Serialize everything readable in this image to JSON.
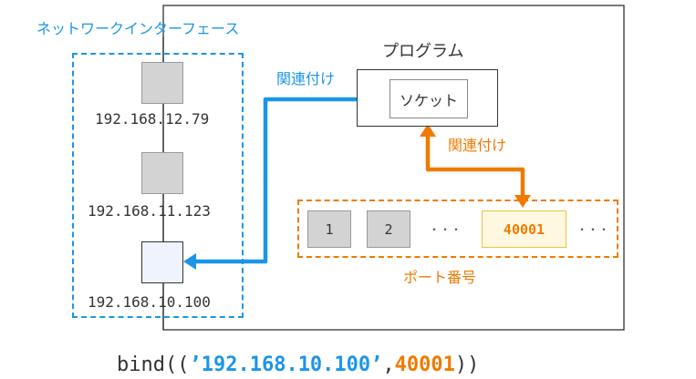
{
  "labels": {
    "network_interface": "ネットワークインターフェース",
    "program": "プログラム",
    "socket": "ソケット",
    "associate_top": "関連付け",
    "associate_right": "関連付け",
    "port_number": "ポート番号"
  },
  "interfaces": [
    {
      "ip": "192.168.12.79",
      "state": "unbound"
    },
    {
      "ip": "192.168.11.123",
      "state": "unbound"
    },
    {
      "ip": "192.168.10.100",
      "state": "bound"
    }
  ],
  "ports": [
    {
      "label": "1",
      "state": "unbound"
    },
    {
      "label": "2",
      "state": "unbound"
    },
    {
      "label": "・・・",
      "state": "ellipsis"
    },
    {
      "label": "40001",
      "state": "bound"
    },
    {
      "label": "・・・",
      "state": "ellipsis"
    }
  ],
  "code": {
    "prefix": "bind((",
    "ip_literal": "’192.168.10.100’",
    "comma": ",",
    "port": "40001",
    "suffix": "))"
  },
  "colors": {
    "blue_accent": "#1a96e8",
    "orange_accent": "#f07a00",
    "port_bound_fill": "#fff8e0",
    "port_bound_border": "#f0c040",
    "interface_bound_fill": "#eef3fd",
    "unbound_fill": "#d3d3d3"
  }
}
